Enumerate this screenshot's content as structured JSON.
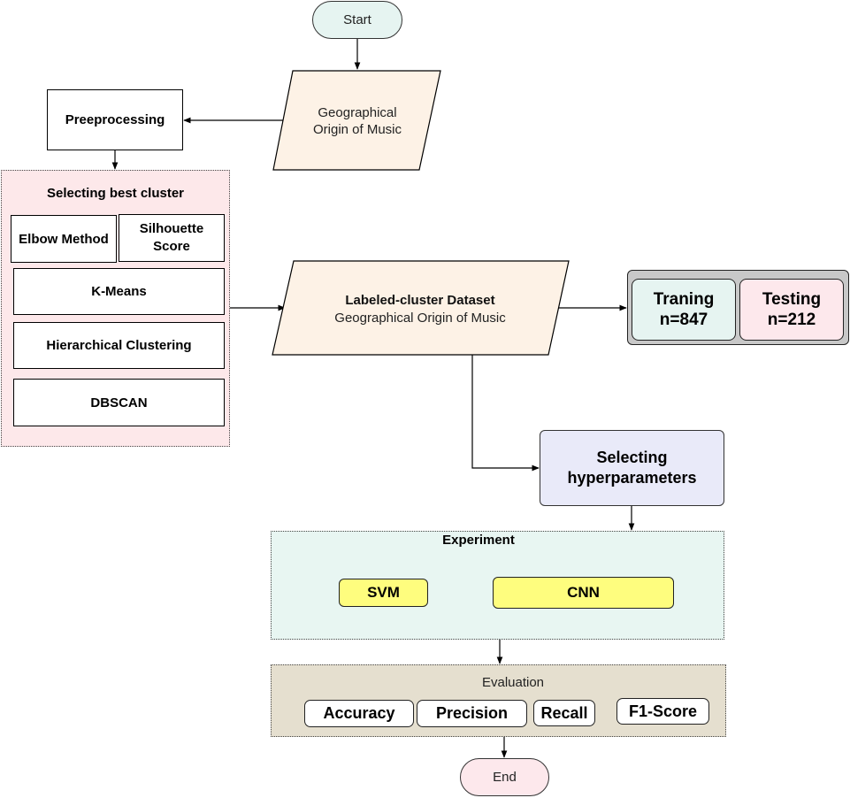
{
  "start": "Start",
  "end": "End",
  "input_dataset": {
    "line1": "Geographical",
    "line2": "Origin of Music"
  },
  "preprocessing": "Preeprocessing",
  "cluster_selection": {
    "title": "Selecting best cluster",
    "elbow": "Elbow Method",
    "silhouette_line1": "Silhouette",
    "silhouette_line2": "Score",
    "kmeans": "K-Means",
    "hierarchical": "Hierarchical Clustering",
    "dbscan": "DBSCAN"
  },
  "labeled_dataset": {
    "line1": "Labeled-cluster Dataset",
    "line2": "Geographical Origin of Music"
  },
  "split": {
    "training_label": "Traning",
    "training_n": "n=847",
    "testing_label": "Testing",
    "testing_n": "n=212"
  },
  "hyperparameters": {
    "line1": "Selecting",
    "line2": "hyperparameters"
  },
  "experiment": {
    "title": "Experiment",
    "svm": "SVM",
    "cnn": "CNN"
  },
  "evaluation": {
    "title": "Evaluation",
    "accuracy": "Accuracy",
    "precision": "Precision",
    "recall": "Recall",
    "f1": "F1-Score"
  },
  "colors": {
    "start_fill": "#e6f4f1",
    "end_fill": "#fde8ec",
    "dataset_fill": "#fdf2e6",
    "cluster_panel_fill": "#fde8ea",
    "experiment_panel_fill": "#e8f6f2",
    "evaluation_panel_fill": "#e5dfcf",
    "model_fill": "#fefd7e",
    "hyper_fill": "#e9eaf9",
    "split_panel_fill": "#c8c8c8"
  }
}
